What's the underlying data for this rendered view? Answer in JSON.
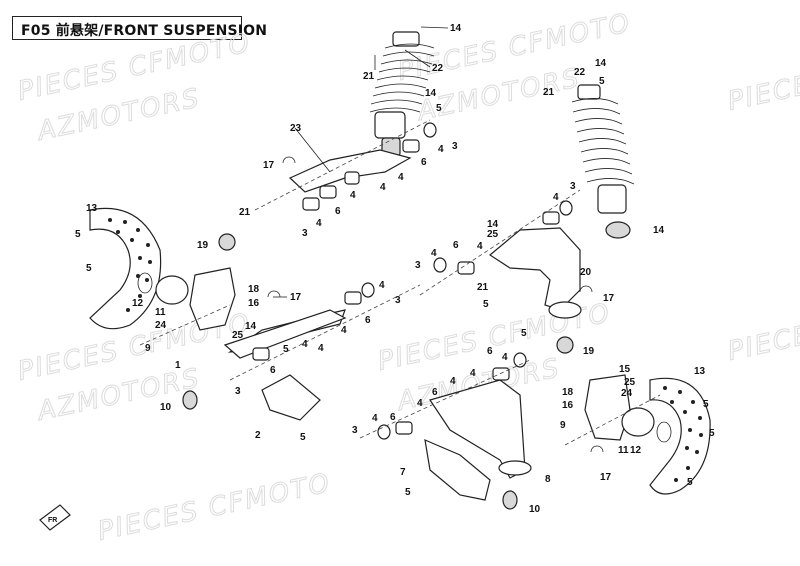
{
  "diagram": {
    "title": "F05 前悬架/FRONT SUSPENSION",
    "watermark_lines": [
      "PIECES CFMOTO",
      "AZMOTORS"
    ],
    "callouts": [
      {
        "id": "c1",
        "label": "1"
      },
      {
        "id": "c2",
        "label": "2"
      },
      {
        "id": "c3",
        "label": "3"
      },
      {
        "id": "c4",
        "label": "4"
      },
      {
        "id": "c5",
        "label": "5"
      },
      {
        "id": "c6",
        "label": "6"
      },
      {
        "id": "c7",
        "label": "7"
      },
      {
        "id": "c8",
        "label": "8"
      },
      {
        "id": "c9",
        "label": "9"
      },
      {
        "id": "c10",
        "label": "10"
      },
      {
        "id": "c11",
        "label": "11"
      },
      {
        "id": "c12",
        "label": "12"
      },
      {
        "id": "c13",
        "label": "13"
      },
      {
        "id": "c14",
        "label": "14"
      },
      {
        "id": "c15",
        "label": "15"
      },
      {
        "id": "c16",
        "label": "16"
      },
      {
        "id": "c17",
        "label": "17"
      },
      {
        "id": "c18",
        "label": "18"
      },
      {
        "id": "c19",
        "label": "19"
      },
      {
        "id": "c20",
        "label": "20"
      },
      {
        "id": "c21",
        "label": "21"
      },
      {
        "id": "c22",
        "label": "22"
      },
      {
        "id": "c23",
        "label": "23"
      },
      {
        "id": "c24",
        "label": "24"
      },
      {
        "id": "c25",
        "label": "25"
      }
    ],
    "direction_marker": "FR"
  }
}
